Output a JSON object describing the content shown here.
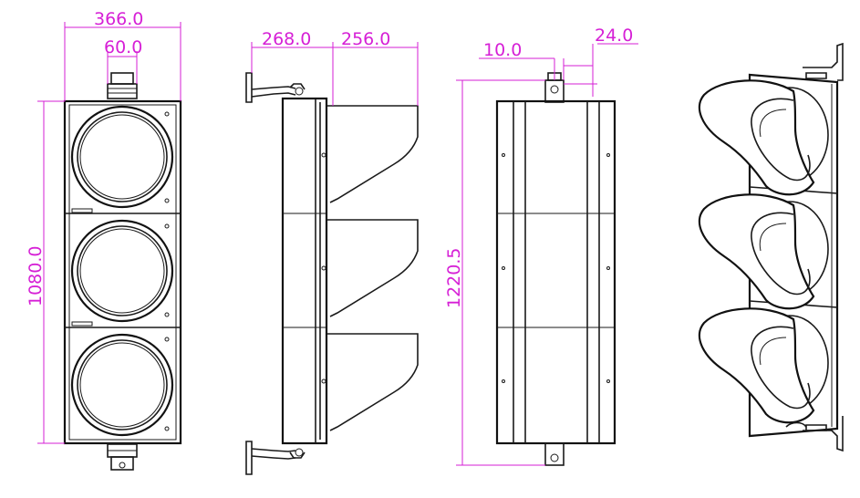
{
  "colors": {
    "line": "#1a1a1a",
    "dimension": "#d61fd6",
    "background": "#ffffff"
  },
  "dimensions": {
    "front_width": "366.0",
    "front_mount": "60.0",
    "front_height": "1080.0",
    "side_depth_body": "268.0",
    "side_depth_visor": "256.0",
    "back_offset_a": "10.0",
    "back_offset_b": "24.0",
    "back_height": "1220.5"
  }
}
